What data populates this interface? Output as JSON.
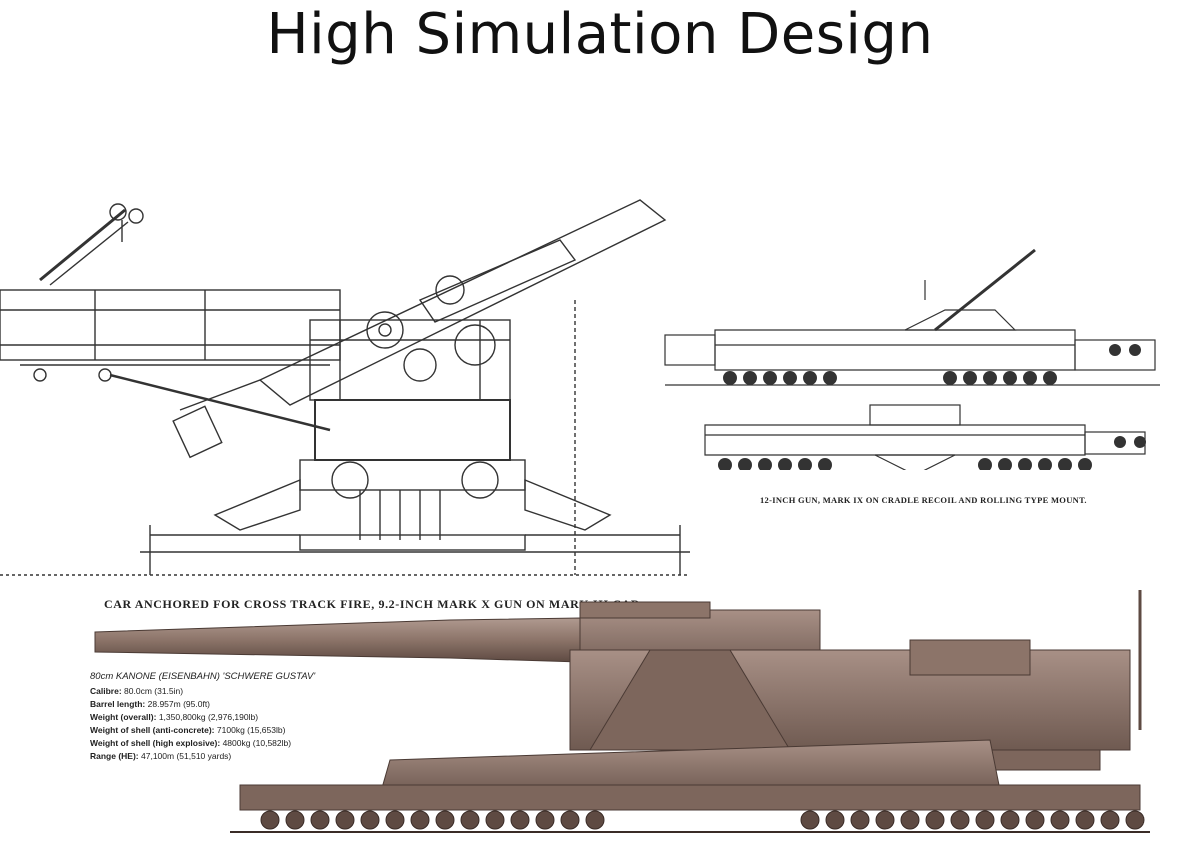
{
  "title": "High Simulation Design",
  "left_drawing": {
    "caption": "CAR ANCHORED FOR CROSS TRACK FIRE, 9.2-INCH MARK X GUN ON MARK III CAR."
  },
  "right_drawing": {
    "caption": "12-INCH GUN, MARK IX ON CRADLE RECOIL AND ROLLING TYPE MOUNT."
  },
  "gustav": {
    "heading": "80cm KANONE (EISENBAHN) 'SCHWERE GUSTAV'",
    "specs": [
      {
        "label": "Calibre:",
        "value": "80.0cm (31.5in)"
      },
      {
        "label": "Barrel length:",
        "value": "28.957m (95.0ft)"
      },
      {
        "label": "Weight (overall):",
        "value": "1,350,800kg (2,976,190lb)"
      },
      {
        "label": "Weight of shell (anti-concrete):",
        "value": "7100kg (15,653lb)"
      },
      {
        "label": "Weight of shell (high explosive):",
        "value": "4800kg (10,582lb)"
      },
      {
        "label": "Range (HE):",
        "value": "47,100m (51,510 yards)"
      }
    ]
  },
  "colors": {
    "line_art": "#3a3a3a",
    "gun_body": "#8c7469",
    "gun_dark": "#5e4a42",
    "gun_light": "#a89086"
  }
}
